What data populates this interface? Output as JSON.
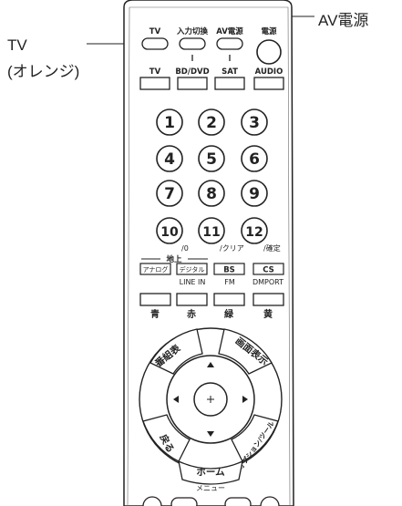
{
  "callouts": {
    "tv": "TV",
    "tv_sub": "(オレンジ)",
    "av_power": "AV電源"
  },
  "remote": {
    "top_labels": {
      "tv": "TV",
      "input": "入力切換",
      "av_power": "AV電源",
      "power": "電源"
    },
    "mode_labels": [
      "TV",
      "BD/DVD",
      "SAT",
      "AUDIO"
    ],
    "numbers": [
      "1",
      "2",
      "3",
      "4",
      "5",
      "6",
      "7",
      "8",
      "9",
      "10",
      "11",
      "12"
    ],
    "number_sub": {
      "n10": "/0",
      "n11": "/クリア",
      "n12": "/確定"
    },
    "chijou": "地上",
    "band_buttons": [
      "アナログ",
      "デジタル",
      "BS",
      "CS"
    ],
    "band_sub": [
      "LINE IN",
      "FM",
      "DMPORT"
    ],
    "colors": [
      {
        "label": "青",
        "hex": "#ffffff"
      },
      {
        "label": "赤",
        "hex": "#ffffff"
      },
      {
        "label": "緑",
        "hex": "#ffffff"
      },
      {
        "label": "黄",
        "hex": "#ffffff"
      }
    ],
    "ring_labels": {
      "bangumi": "番組表",
      "gamen": "画面表示",
      "back": "戻る",
      "option": "オプション/ツール",
      "home": "ホーム",
      "menu": "メニュー"
    }
  },
  "colors": {
    "line": "#222222",
    "body": "#ffffff",
    "accent": "#f0f0f0"
  }
}
